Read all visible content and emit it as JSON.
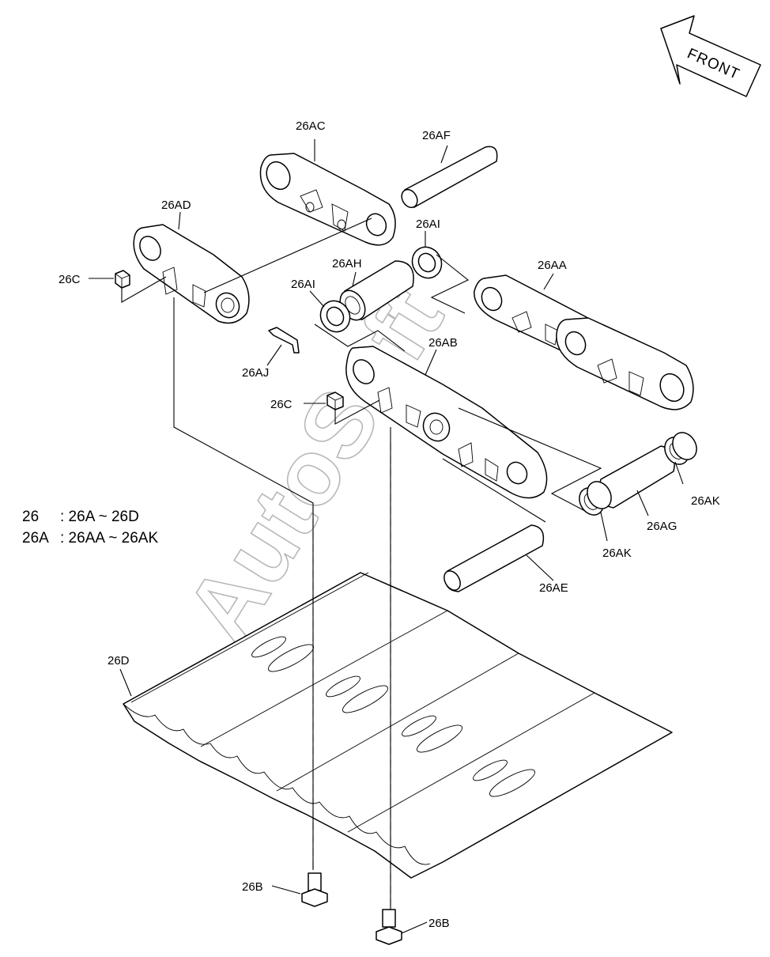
{
  "front_label": "FRONT",
  "watermark": "AutoSoft",
  "legend": [
    {
      "left": "26",
      "right": ": 26A ~ 26D"
    },
    {
      "left": "26A",
      "right": ": 26AA ~ 26AK"
    }
  ],
  "callouts": {
    "c26AC": "26AC",
    "c26AF": "26AF",
    "c26AD": "26AD",
    "c26AI_top": "26AI",
    "c26AH": "26AH",
    "c26AI_left": "26AI",
    "c26AA": "26AA",
    "c26C_left": "26C",
    "c26AJ": "26AJ",
    "c26AB": "26AB",
    "c26C_mid": "26C",
    "c26AK_right": "26AK",
    "c26AG": "26AG",
    "c26AK_left": "26AK",
    "c26AE": "26AE",
    "c26D": "26D",
    "c26B_left": "26B",
    "c26B_right": "26B"
  }
}
